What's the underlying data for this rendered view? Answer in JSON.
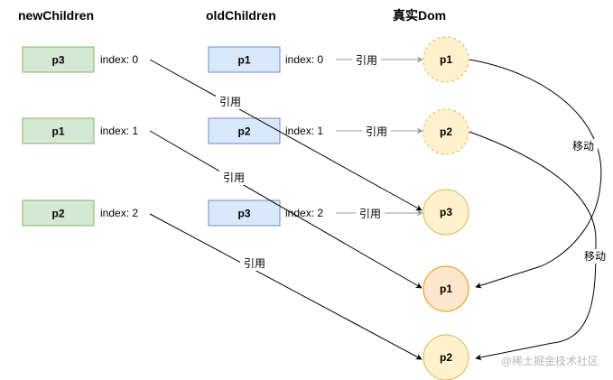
{
  "headers": {
    "new_children": "newChildren",
    "old_children": "oldChildren",
    "real_dom": "真实Dom"
  },
  "new_children": [
    {
      "name": "p3",
      "index": "index: 0"
    },
    {
      "name": "p1",
      "index": "index: 1"
    },
    {
      "name": "p2",
      "index": "index: 2"
    }
  ],
  "old_children": [
    {
      "name": "p1",
      "index": "index: 0"
    },
    {
      "name": "p2",
      "index": "index: 1"
    },
    {
      "name": "p3",
      "index": "index: 2"
    }
  ],
  "real_dom": [
    {
      "name": "p1",
      "state": "moved-from"
    },
    {
      "name": "p2",
      "state": "moved-from"
    },
    {
      "name": "p3",
      "state": "normal"
    },
    {
      "name": "p1",
      "state": "moved-to"
    },
    {
      "name": "p2",
      "state": "normal"
    }
  ],
  "edge_labels": {
    "reference": "引用",
    "move": "移动"
  },
  "colors": {
    "green_fill": "#d5e8d4",
    "green_stroke": "#82b366",
    "blue_fill": "#dae8fc",
    "blue_stroke": "#6c8ebf",
    "yellow_fill": "#fff2cc",
    "yellow_stroke": "#d6b656",
    "orange_fill": "#ffe6cc",
    "orange_stroke": "#d79b00",
    "gray_arrow": "#999999",
    "dark_arrow": "#000000"
  },
  "watermark": "@稀土掘金技术社区"
}
